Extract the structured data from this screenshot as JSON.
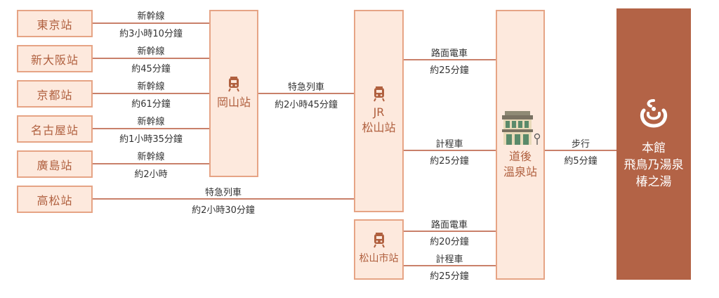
{
  "origins": [
    {
      "name": "東京站",
      "mode": "新幹線",
      "time": "約3小時10分鐘"
    },
    {
      "name": "新大阪站",
      "mode": "新幹線",
      "time": "約45分鐘"
    },
    {
      "name": "京都站",
      "mode": "新幹線",
      "time": "約61分鐘"
    },
    {
      "name": "名古屋站",
      "mode": "新幹線",
      "time": "約1小時35分鐘"
    },
    {
      "name": "廣島站",
      "mode": "新幹線",
      "time": "約2小時"
    },
    {
      "name": "高松站",
      "mode": "特急列車",
      "time": "約2小時30分鐘"
    }
  ],
  "okayama": {
    "name": "岡山站",
    "icon": "train-icon"
  },
  "okayama_to_jr": {
    "mode": "特急列車",
    "time": "約2小時45分鐘"
  },
  "jr_matsuyama": {
    "line1": "JR",
    "line2": "松山站",
    "icon": "train-icon"
  },
  "matsuyamashi": {
    "name": "松山市站",
    "icon": "train-icon"
  },
  "jr_routes": [
    {
      "mode": "路面電車",
      "time": "約25分鐘"
    },
    {
      "mode": "計程車",
      "time": "約25分鐘"
    }
  ],
  "shi_routes": [
    {
      "mode": "路面電車",
      "time": "約20分鐘"
    },
    {
      "mode": "計程車",
      "time": "約25分鐘"
    }
  ],
  "dogo": {
    "line1": "道後",
    "line2": "溫泉站",
    "icon": "station-building-icon"
  },
  "walk": {
    "mode": "步行",
    "time": "約5分鐘"
  },
  "destination": {
    "line1": "本館",
    "line2": "飛鳥乃湯泉",
    "line3": "椿之湯",
    "icon": "onsen-logo-icon"
  },
  "colors": {
    "box_fill": "#fde9dd",
    "box_border": "#e6a485",
    "box_text": "#b0603f",
    "line": "#c9806a",
    "destination_fill": "#b36346"
  }
}
